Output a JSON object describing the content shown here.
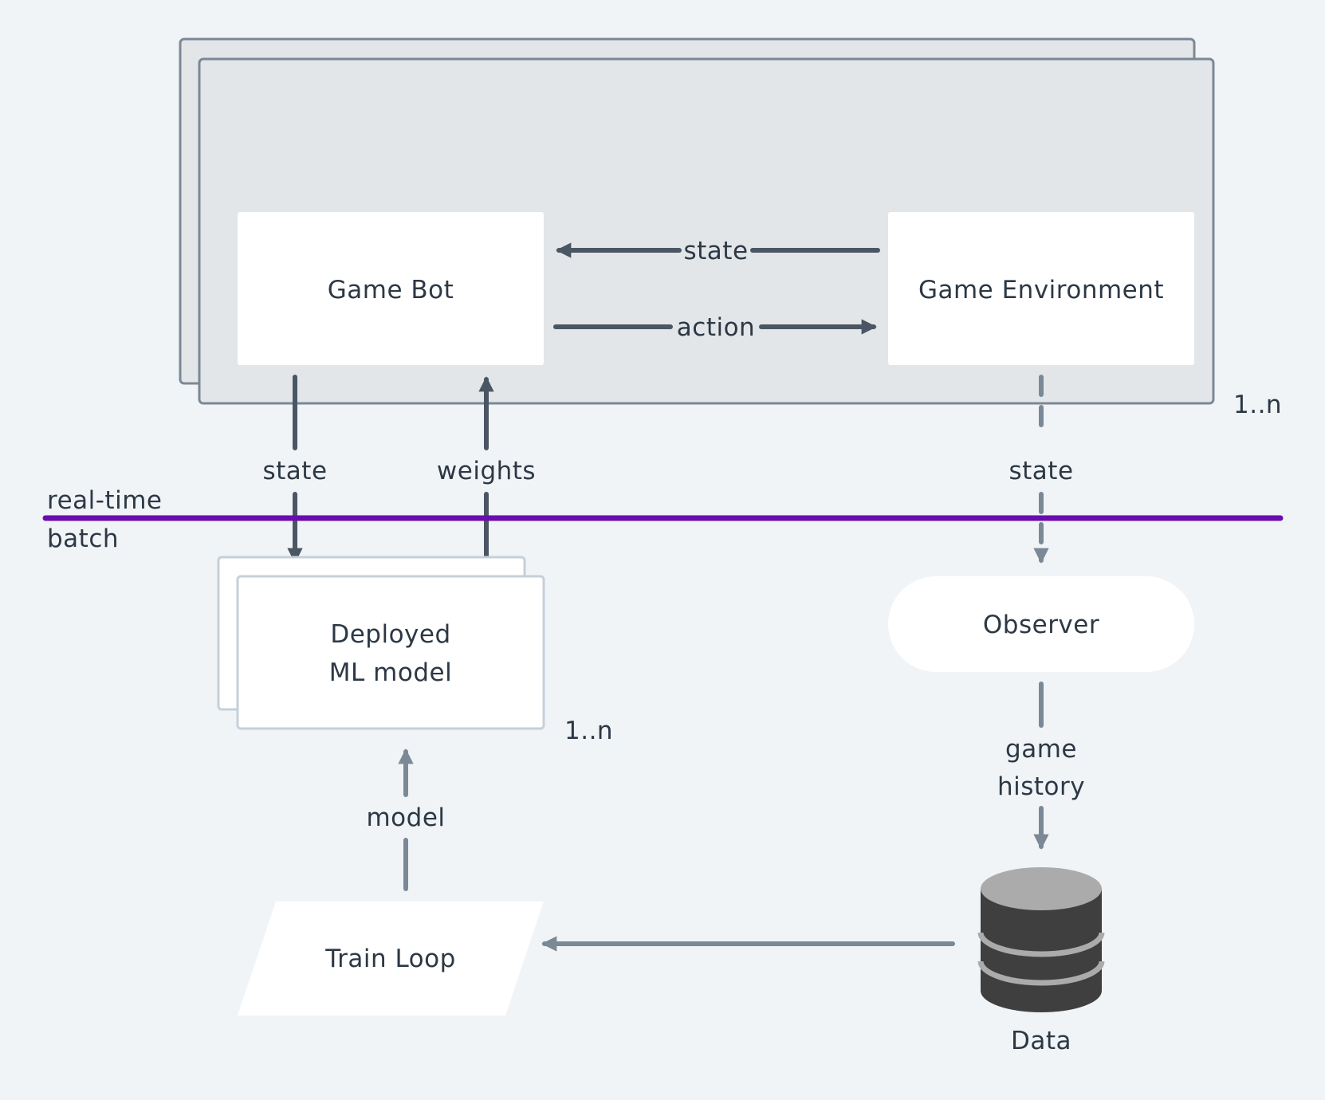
{
  "nodes": {
    "game_bot": "Game Bot",
    "game_environment": "Game Environment",
    "deployed_ml_model_line1": "Deployed",
    "deployed_ml_model_line2": "ML model",
    "observer": "Observer",
    "train_loop": "Train Loop",
    "data": "Data"
  },
  "multiplicity": {
    "environment_group": "1..n",
    "model_group": "1..n"
  },
  "edges": {
    "env_to_bot_state": "state",
    "bot_to_env_action": "action",
    "bot_to_model_state": "state",
    "model_to_bot_weights": "weights",
    "env_to_observer_state": "state",
    "observer_to_data_line1": "game",
    "observer_to_data_line2": "history",
    "train_to_model": "model"
  },
  "divider": {
    "above_label": "real-time",
    "below_label": "batch"
  },
  "colors": {
    "background": "#f0f4f7",
    "group_fill": "#e2e6e9",
    "group_stroke": "#7b8896",
    "dark_arrow": "#4a5663",
    "light_arrow": "#7b8896",
    "divider": "#6a0dad",
    "database": "#3f3f3f",
    "database_top": "#ababab"
  }
}
